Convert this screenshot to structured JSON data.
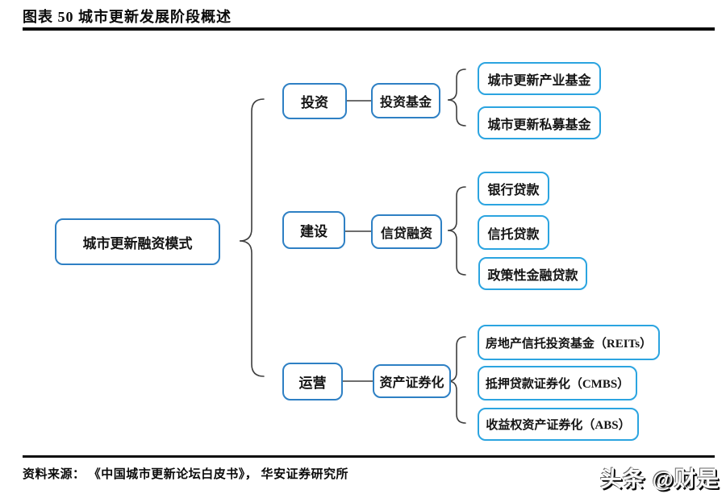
{
  "title": "图表 50 城市更新发展阶段概述",
  "diagram": {
    "root": {
      "label": "城市更新融资模式"
    },
    "branches": [
      {
        "stage": "投资",
        "channel": "投资基金",
        "leaves": [
          "城市更新产业基金",
          "城市更新私募基金"
        ]
      },
      {
        "stage": "建设",
        "channel": "信贷融资",
        "leaves": [
          "银行贷款",
          "信托贷款",
          "政策性金融贷款"
        ]
      },
      {
        "stage": "运营",
        "channel": "资产证券化",
        "leaves": [
          "房地产信托投资基金（REITs）",
          "抵押贷款证券化（CMBS）",
          "收益权资产证券化（ABS）"
        ]
      }
    ]
  },
  "footer": {
    "source": "资料来源： 《中国城市更新论坛白皮书》， 华安证券研究所"
  },
  "watermark": "头条 @财是",
  "colors": {
    "primary_border": "#2e80c4",
    "leaf_border": "#2ba4e0",
    "line": "#3d3d3d",
    "text": "#111111"
  }
}
